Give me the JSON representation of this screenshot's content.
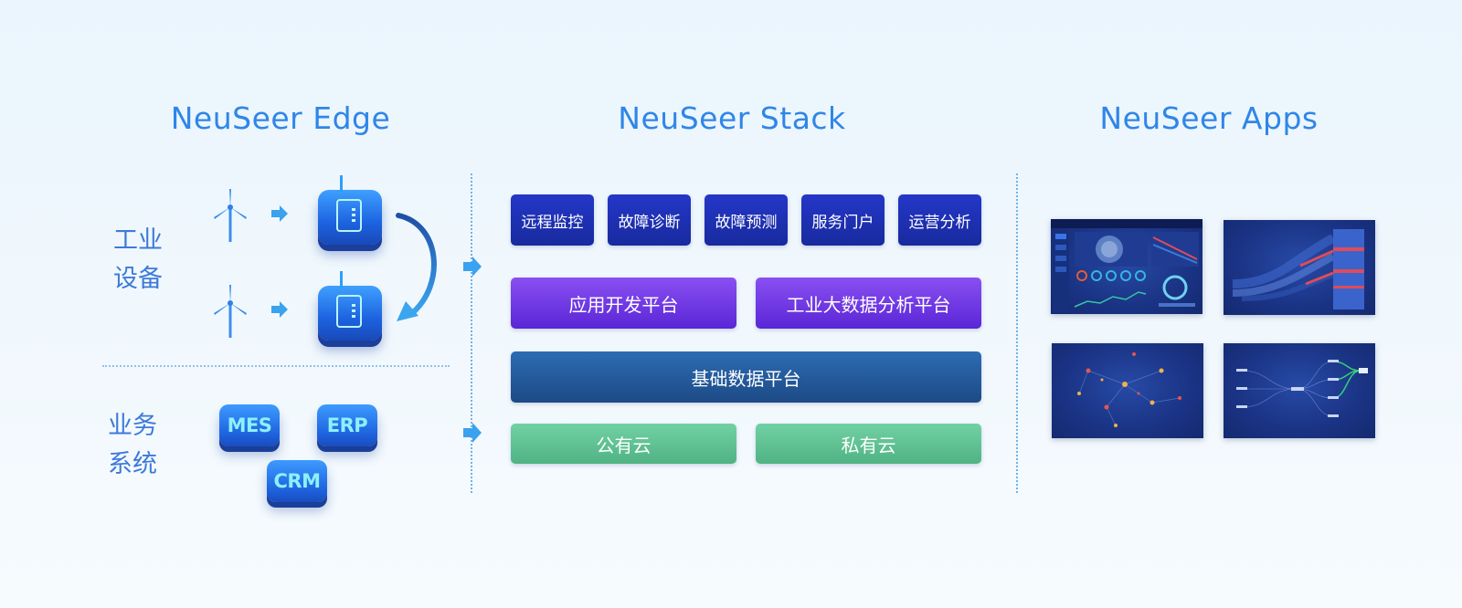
{
  "columns": {
    "edge": {
      "title": "NeuSeer Edge"
    },
    "stack": {
      "title": "NeuSeer Stack"
    },
    "apps": {
      "title": "NeuSeer Apps"
    }
  },
  "edge": {
    "industrial_label_line1": "工业",
    "industrial_label_line2": "设备",
    "business_label_line1": "业务",
    "business_label_line2": "系统",
    "systems": [
      "MES",
      "ERP",
      "CRM"
    ]
  },
  "stack": {
    "apps_row": [
      "远程监控",
      "故障诊断",
      "故障预测",
      "服务门户",
      "运营分析"
    ],
    "platform_row": [
      "应用开发平台",
      "工业大数据分析平台"
    ],
    "base": "基础数据平台",
    "cloud_row": [
      "公有云",
      "私有云"
    ]
  },
  "colors": {
    "title": "#2f86e8",
    "label": "#3d7ad9",
    "app_module": "#1e30b5",
    "platform_module": "#7040e8",
    "base_module": "#245c9c",
    "cloud_module": "#5fc394",
    "arrow": "#3aa2ee"
  },
  "icons": [
    "wind-turbine-icon",
    "right-arrow-icon",
    "gateway-device-icon",
    "curved-arrow-icon",
    "app-screenshot"
  ]
}
